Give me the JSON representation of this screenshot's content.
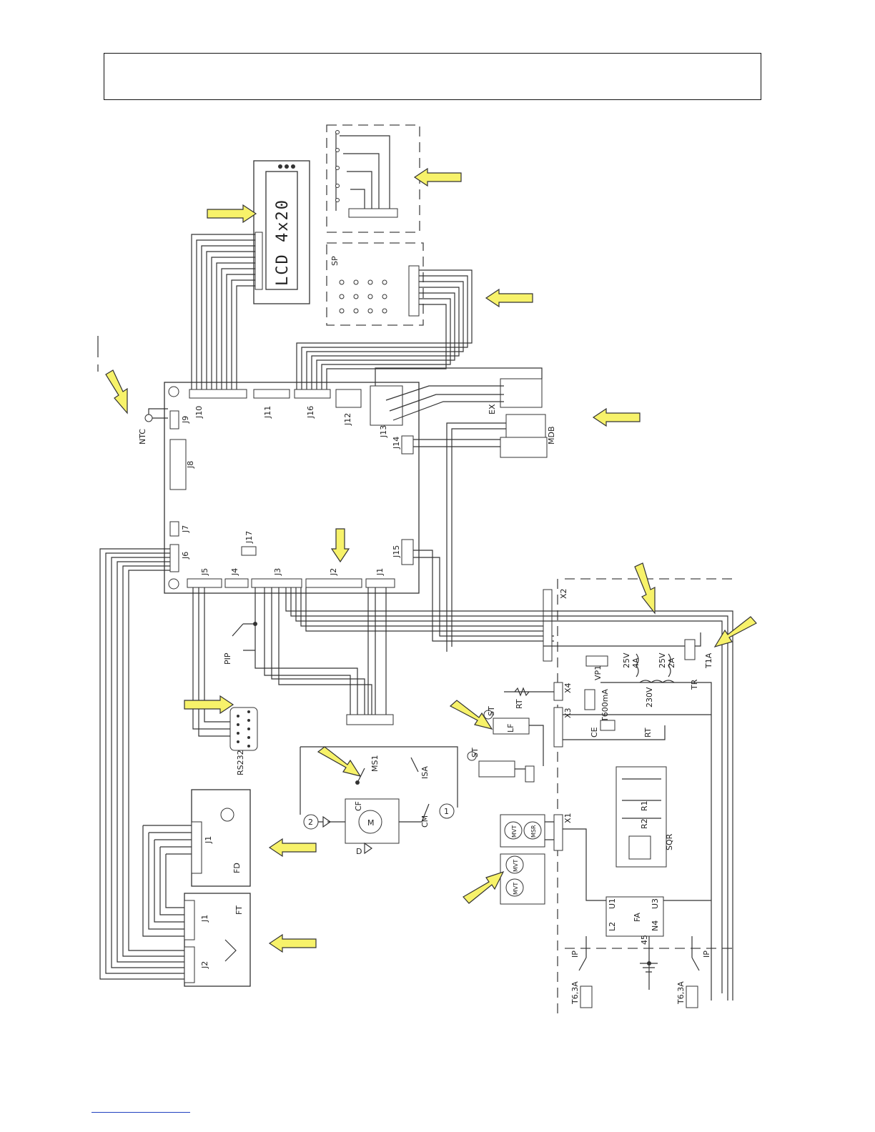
{
  "labels": {
    "lcd": "LCD 4x20",
    "sp": "SP",
    "ex": "EX",
    "mdb": "MDB",
    "ntc": "NTC",
    "j1": "J1",
    "j2": "J2",
    "j3": "J3",
    "j4": "J4",
    "j5": "J5",
    "j6": "J6",
    "j7": "J7",
    "j8": "J8",
    "j9": "J9",
    "j10": "J10",
    "j11": "J11",
    "j12": "J12",
    "j13": "J13",
    "j14": "J14",
    "j15": "J15",
    "j16": "J16",
    "j17": "J17",
    "pip": "PIP",
    "rs232": "RS232",
    "fd": "FD",
    "ft": "FT",
    "fd_j1": "J1",
    "ft_j1": "J1",
    "ft_j2": "J2",
    "ms1": "MS1",
    "isa": "ISA",
    "cf": "CF",
    "cm": "CM",
    "m": "M",
    "d": "D",
    "st1": "ST",
    "st2": "ST",
    "rt1": "RT",
    "rt2": "RT",
    "lf": "LF",
    "x1": "X1",
    "x2": "X2",
    "x3": "X3",
    "x4": "X4",
    "vp1": "VP1",
    "tr": "TR",
    "v230": "230V",
    "v25a": "25V",
    "a4": "4A",
    "v25b": "25V",
    "a2": "2A",
    "t1a": "T1A",
    "t600": "T600mA",
    "ce": "CE",
    "sqr": "SQR",
    "r1": "R1",
    "r2": "R2",
    "fa": "FA",
    "l2": "L2",
    "n4": "N4",
    "u1": "U1",
    "u3": "U3",
    "ip1": "IP",
    "ip2": "IP",
    "t63a_1": "T6,3A",
    "t63a_2": "T6,3A",
    "mvt1": "MVT",
    "mvt2": "MVT",
    "mvt3": "MVT",
    "msr": "MSR",
    "num_2": "2",
    "num_1": "1",
    "num_45": "45"
  }
}
